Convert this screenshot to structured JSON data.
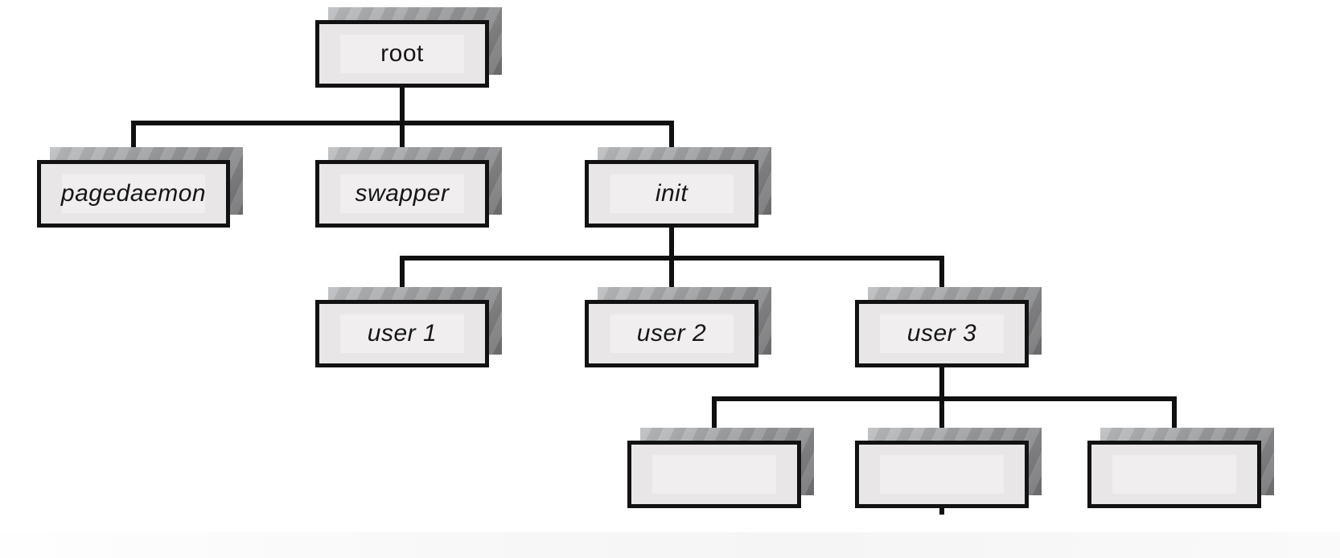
{
  "diagram_type": "process-tree",
  "colors": {
    "page_bg": "#ffffff",
    "box_fill": "#e8e6e7",
    "box_border": "#121212",
    "connector": "#101010",
    "shadow_light": "#bcbec0",
    "shadow_dark": "#6f6f71",
    "text": "#161616"
  },
  "nodes": {
    "root": {
      "label": "root"
    },
    "pagedaemon": {
      "label": "pagedaemon"
    },
    "swapper": {
      "label": "swapper"
    },
    "init": {
      "label": "init"
    },
    "user1": {
      "label": "user 1"
    },
    "user2": {
      "label": "user 2"
    },
    "user3": {
      "label": "user 3"
    },
    "child1": {
      "label": ""
    },
    "child2": {
      "label": ""
    },
    "child3": {
      "label": ""
    }
  },
  "edges": [
    {
      "from": "root",
      "to": "pagedaemon"
    },
    {
      "from": "root",
      "to": "swapper"
    },
    {
      "from": "root",
      "to": "init"
    },
    {
      "from": "init",
      "to": "user1"
    },
    {
      "from": "init",
      "to": "user2"
    },
    {
      "from": "init",
      "to": "user3"
    },
    {
      "from": "user3",
      "to": "child1"
    },
    {
      "from": "user3",
      "to": "child2"
    },
    {
      "from": "user3",
      "to": "child3"
    }
  ]
}
